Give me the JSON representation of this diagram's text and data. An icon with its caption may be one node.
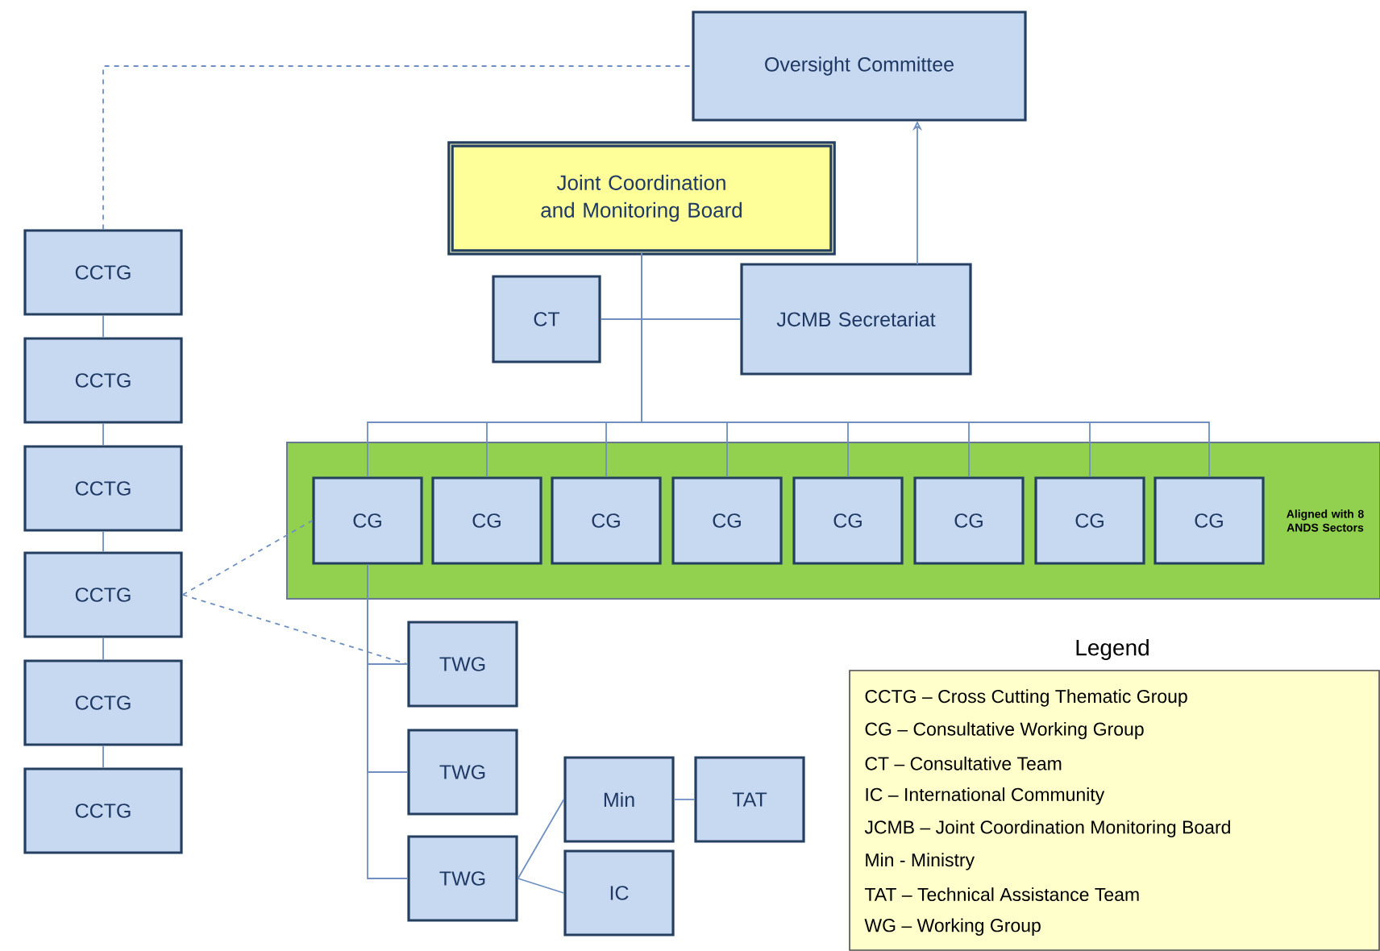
{
  "diagram": {
    "nodes": [
      {
        "text": [
          "Oversight Committee"
        ]
      },
      {
        "text": [
          "Joint Coordination and Monitoring Board"
        ]
      },
      {
        "text": [
          "CT"
        ]
      },
      {
        "text": [
          "JCMB Secretariat"
        ]
      },
      {
        "text": [
          "Aligned with 8 ANDS Sectors"
        ]
      },
      {
        "text": [
          "CG"
        ],
        "in": 4
      },
      {
        "text": [
          "CG"
        ],
        "in": 4
      },
      {
        "text": [
          "CG"
        ],
        "in": 4
      },
      {
        "text": [
          "CG"
        ],
        "in": 4
      },
      {
        "text": [
          "CG"
        ],
        "in": 4
      },
      {
        "text": [
          "CG"
        ],
        "in": 4
      },
      {
        "text": [
          "CG"
        ],
        "in": 4
      },
      {
        "text": [
          "CG"
        ],
        "in": 4
      },
      {
        "text": [
          "CCTG"
        ]
      },
      {
        "text": [
          "CCTG"
        ]
      },
      {
        "text": [
          "CCTG"
        ]
      },
      {
        "text": [
          "CCTG"
        ]
      },
      {
        "text": [
          "CCTG"
        ]
      },
      {
        "text": [
          "CCTG"
        ]
      },
      {
        "text": [
          "TWG"
        ]
      },
      {
        "text": [
          "TWG"
        ]
      },
      {
        "text": [
          "TWG"
        ]
      },
      {
        "text": [
          "Min"
        ]
      },
      {
        "text": [
          "TAT"
        ]
      },
      {
        "text": [
          "IC"
        ]
      }
    ],
    "edges": [
      {
        "from": 13,
        "to": 0,
        "arrow": "none",
        "style": "dashed"
      },
      {
        "from": 13,
        "to": 14,
        "arrow": "none"
      },
      {
        "from": 14,
        "to": 15,
        "arrow": "none"
      },
      {
        "from": 15,
        "to": 16,
        "arrow": "none"
      },
      {
        "from": 16,
        "to": 17,
        "arrow": "none"
      },
      {
        "from": 17,
        "to": 18,
        "arrow": "none"
      },
      {
        "from": 3,
        "to": 0,
        "arrow": "to"
      },
      {
        "from": 1,
        "to": 2,
        "arrow": "none"
      },
      {
        "from": 1,
        "to": 3,
        "arrow": "none"
      },
      {
        "from": 1,
        "to": 5,
        "arrow": "none"
      },
      {
        "from": 1,
        "to": 6,
        "arrow": "none"
      },
      {
        "from": 1,
        "to": 7,
        "arrow": "none"
      },
      {
        "from": 1,
        "to": 8,
        "arrow": "none"
      },
      {
        "from": 1,
        "to": 9,
        "arrow": "none"
      },
      {
        "from": 1,
        "to": 10,
        "arrow": "none"
      },
      {
        "from": 1,
        "to": 11,
        "arrow": "none"
      },
      {
        "from": 1,
        "to": 12,
        "arrow": "none"
      },
      {
        "from": 16,
        "to": 5,
        "arrow": "none",
        "style": "dashed"
      },
      {
        "from": 16,
        "to": 19,
        "arrow": "none",
        "style": "dashed"
      },
      {
        "from": 5,
        "to": 19,
        "arrow": "none"
      },
      {
        "from": 5,
        "to": 20,
        "arrow": "none"
      },
      {
        "from": 5,
        "to": 21,
        "arrow": "none"
      },
      {
        "from": 21,
        "to": 22,
        "arrow": "none"
      },
      {
        "from": 21,
        "to": 24,
        "arrow": "none"
      },
      {
        "from": 22,
        "to": 23,
        "arrow": "none"
      }
    ],
    "labels": [
      "Legend",
      "CCTG – Cross Cutting Thematic Group",
      "CG – Consultative Working Group",
      "CT – Consultative Team",
      "IC – International Community",
      "JCMB – Joint Coordination Monitoring Board",
      "Min - Ministry",
      "TAT – Technical Assistance Team",
      "WG – Working Group"
    ]
  }
}
